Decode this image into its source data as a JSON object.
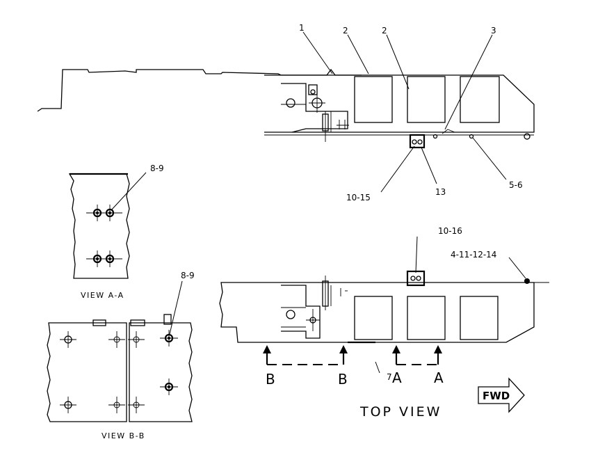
{
  "callouts": {
    "c1": "1",
    "c2a": "2",
    "c2b": "2",
    "c3": "3",
    "c10_15": "10-15",
    "c13": "13",
    "c5_6": "5-6",
    "c8_9a": "8-9",
    "c8_9b": "8-9",
    "c10_16": "10-16",
    "c4_11_12_14": "4-11-12-14",
    "c7": "7"
  },
  "section_marks": {
    "b_left": "B",
    "b_right": "B",
    "a_left": "A",
    "a_right": "A"
  },
  "views": {
    "view_aa": "VIEW A-A",
    "view_bb": "VIEW B-B",
    "top_view": "TOP VIEW"
  },
  "direction": {
    "fwd": "FWD"
  }
}
